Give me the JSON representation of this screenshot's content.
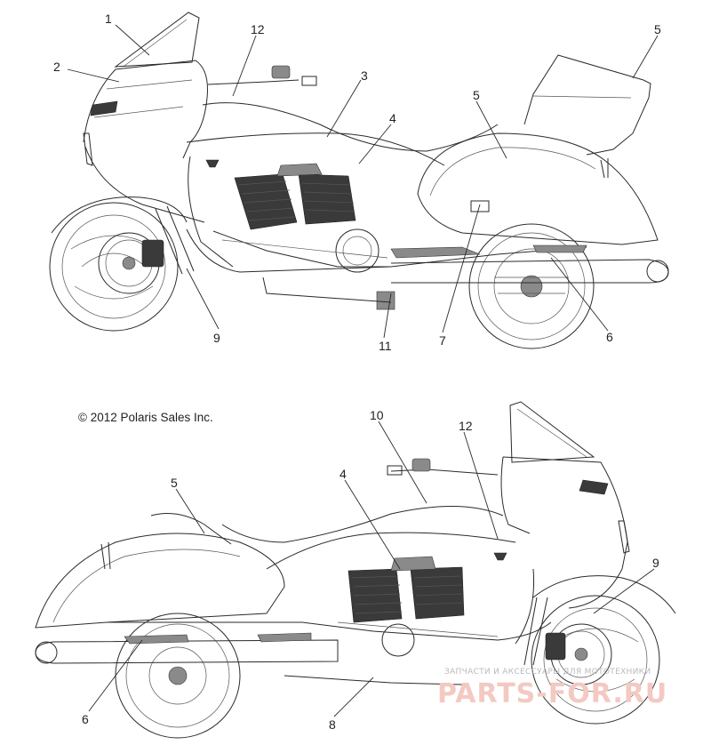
{
  "copyright": "© 2012 Polaris Sales Inc.",
  "watermark": {
    "top_text": "ЗАПЧАСТИ И АКСЕССУАРЫ ДЛЯ МОТОТЕХНИКИ",
    "brand_text": "PARTS-FOR.RU"
  },
  "callouts_top": [
    {
      "id": "c1",
      "label": "1"
    },
    {
      "id": "c2",
      "label": "2"
    },
    {
      "id": "c12",
      "label": "12"
    },
    {
      "id": "c3",
      "label": "3"
    },
    {
      "id": "c4",
      "label": "4"
    },
    {
      "id": "c5a",
      "label": "5"
    },
    {
      "id": "c5b",
      "label": "5"
    },
    {
      "id": "c9",
      "label": "9"
    },
    {
      "id": "c11",
      "label": "11"
    },
    {
      "id": "c7",
      "label": "7"
    },
    {
      "id": "c6",
      "label": "6"
    }
  ],
  "callouts_bottom": [
    {
      "id": "c10",
      "label": "10"
    },
    {
      "id": "c12",
      "label": "12"
    },
    {
      "id": "c5",
      "label": "5"
    },
    {
      "id": "c4",
      "label": "4"
    },
    {
      "id": "c9",
      "label": "9"
    },
    {
      "id": "c6",
      "label": "6"
    },
    {
      "id": "c8",
      "label": "8"
    }
  ],
  "colors": {
    "line": "#2a2a2a",
    "engine": "#3a3a3a",
    "watermark_brand": "#f3c9c2",
    "watermark_small": "#b9b9c3"
  }
}
